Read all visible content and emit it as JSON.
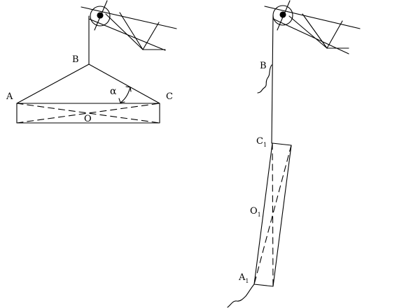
{
  "left_figure": {
    "labels": {
      "A": "A",
      "B": "B",
      "C": "C",
      "O": "O",
      "alpha": "α"
    }
  },
  "right_figure": {
    "labels": {
      "B": "B",
      "C1_main": "C",
      "C1_sub": "1",
      "O1_main": "O",
      "O1_sub": "1",
      "A1_main": "A",
      "A1_sub": "1"
    }
  }
}
